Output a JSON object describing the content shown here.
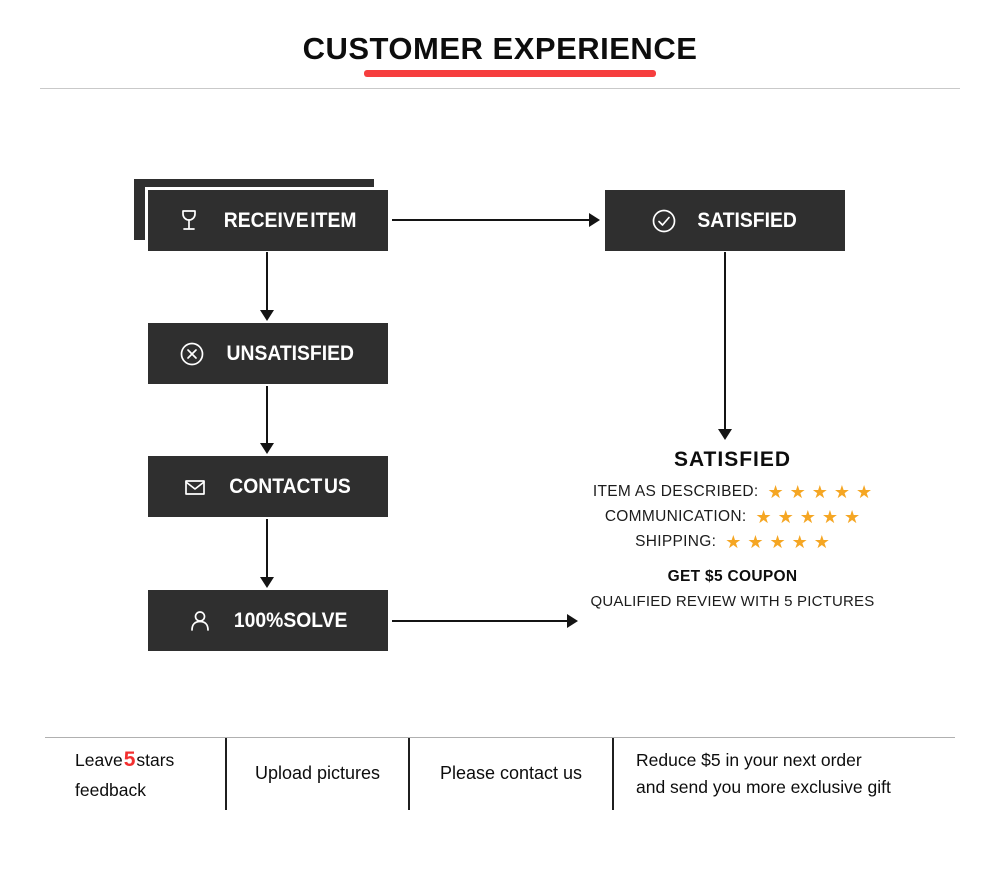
{
  "header": {
    "title": "CUSTOMER EXPERIENCE"
  },
  "colors": {
    "accent_red": "#f63e3e",
    "box_dark": "#2f2f2f",
    "star_orange": "#f5a623",
    "highlight_red": "#f32f2f"
  },
  "flowchart": {
    "receive_item": "RECEIVE ITEM",
    "unsatisfied": "UNSATISFIED",
    "contact_us": "CONTACT US",
    "solve": "100%SOLVE",
    "satisfied_box": "SATISFIED"
  },
  "icons": {
    "receive_item": "goblet-icon",
    "unsatisfied": "circle-x-icon",
    "contact_us": "envelope-icon",
    "solve": "person-icon",
    "satisfied": "circle-check-icon"
  },
  "ratings": {
    "heading": "SATISFIED",
    "rows": [
      {
        "label": "ITEM AS DESCRIBED:",
        "stars": "★★★★★"
      },
      {
        "label": "COMMUNICATION:",
        "stars": "★★★★★"
      },
      {
        "label": "SHIPPING:",
        "stars": "★★★★★"
      }
    ],
    "coupon": "GET $5 COUPON",
    "note": "QUALIFIED REVIEW WITH 5 PICTURES"
  },
  "footer": {
    "cell1": {
      "pre": "Leave",
      "highlight": "5",
      "post": "stars",
      "line2": "feedback"
    },
    "cell2": "Upload pictures",
    "cell3": "Please contact us",
    "cell4_line1": "Reduce $5 in your next order",
    "cell4_line2": "and send you more exclusive gift"
  }
}
